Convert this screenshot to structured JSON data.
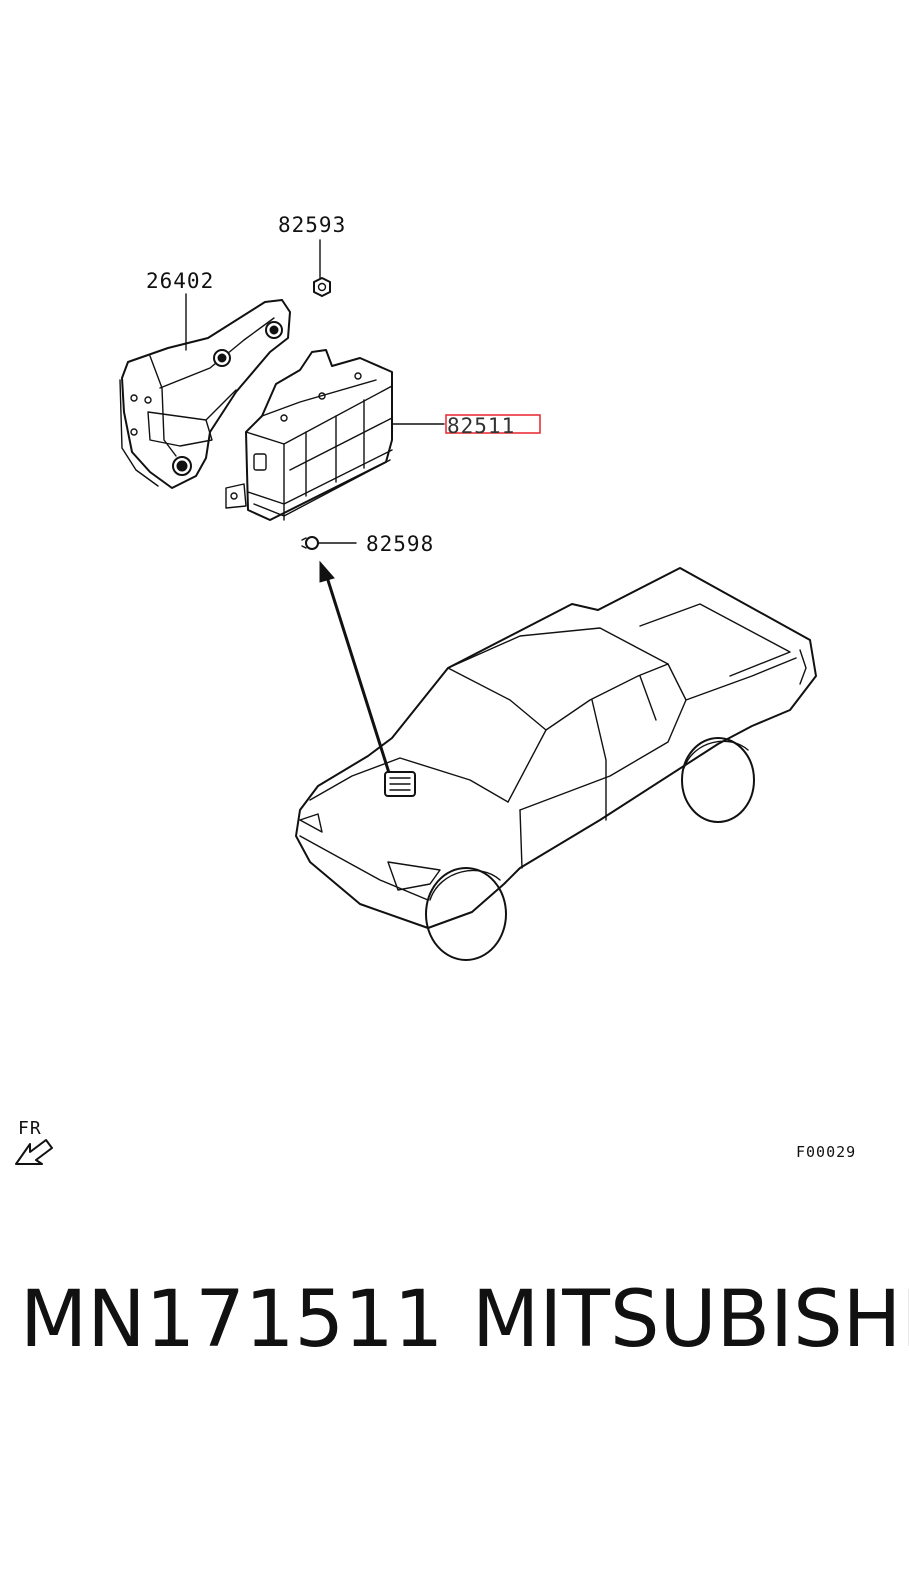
{
  "callouts": {
    "bracket": "26402",
    "nut": "82593",
    "module": "82511",
    "clip": "82598"
  },
  "direction_label": "FR",
  "figure_code": "F00029",
  "caption": {
    "part_number": "MN171511",
    "brand": "MITSUBISHI"
  },
  "colors": {
    "line": "#111111",
    "highlight": "#e8232a",
    "background": "#ffffff"
  }
}
